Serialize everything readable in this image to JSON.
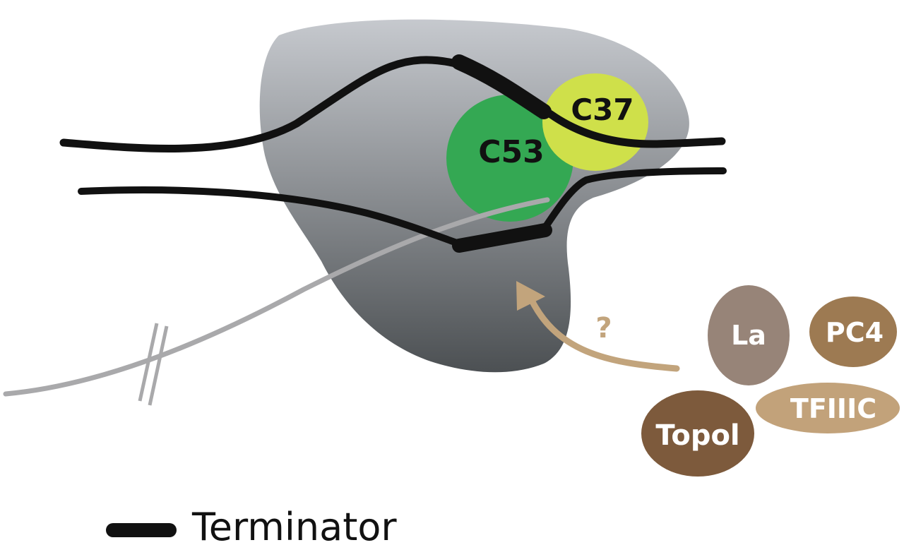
{
  "labels": {
    "c53": "C53",
    "c37": "C37",
    "la": "La",
    "pc4": "PC4",
    "tfiiic": "TFIIIC",
    "topol": "Topol",
    "question": "?"
  },
  "legend": {
    "terminator": "Terminator"
  },
  "colors": {
    "pol_body_top": "#c3c6cc",
    "pol_body_bottom": "#4f5356",
    "c53": "#34a853",
    "c37": "#cfe04a",
    "dna": "#111111",
    "rna": "#a9a9ab",
    "arrow": "#c2a47c",
    "la": "#978478",
    "pc4": "#9d7a52",
    "tfiiic": "#c2a27a",
    "topol": "#7d5a3c"
  }
}
